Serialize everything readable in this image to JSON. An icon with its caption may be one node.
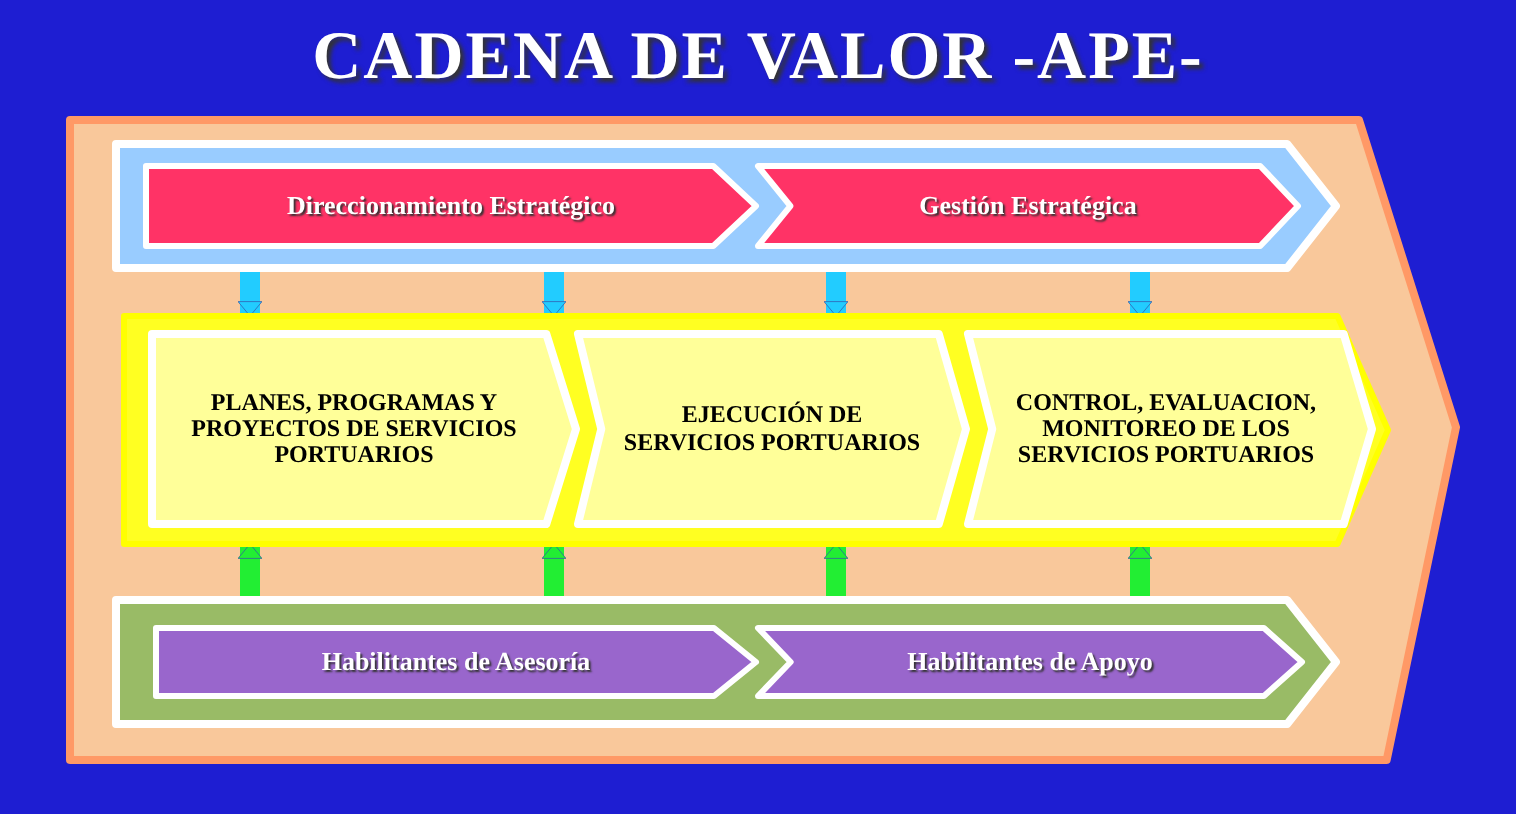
{
  "diagram": {
    "title": "CADENA DE VALOR -APE-",
    "nodes": [
      {
        "text": [],
        "shape": "pentagon"
      },
      {
        "text": [],
        "shape": "chevron",
        "in": 0
      },
      {
        "text": [
          "Direccionamiento Estratégico"
        ],
        "in": 1
      },
      {
        "text": [
          "Gestión Estratégica"
        ],
        "in": 1
      },
      {
        "text": [],
        "shape": "chevron",
        "in": 0
      },
      {
        "text": [
          "PLANES, PROGRAMAS Y PROYECTOS DE SERVICIOS PORTUARIOS"
        ],
        "in": 4
      },
      {
        "text": [
          "EJECUCIÓN DE SERVICIOS PORTUARIOS"
        ],
        "in": 4
      },
      {
        "text": [
          "CONTROL, EVALUACION, MONITOREO DE LOS SERVICIOS PORTUARIOS"
        ],
        "in": 4
      },
      {
        "text": [],
        "shape": "chevron",
        "in": 0
      },
      {
        "text": [
          "Habilitantes de Asesoría"
        ],
        "in": 8
      },
      {
        "text": [
          "Habilitantes de Apoyo"
        ],
        "in": 8
      }
    ],
    "edges": [
      {
        "from": 1,
        "to": 4,
        "arrow": "to",
        "color": "#22ccff"
      },
      {
        "from": 1,
        "to": 4,
        "arrow": "to",
        "color": "#22ccff"
      },
      {
        "from": 1,
        "to": 4,
        "arrow": "to",
        "color": "#22ccff"
      },
      {
        "from": 1,
        "to": 4,
        "arrow": "to",
        "color": "#22ccff"
      },
      {
        "from": 8,
        "to": 4,
        "arrow": "to",
        "color": "#22ee33"
      },
      {
        "from": 8,
        "to": 4,
        "arrow": "to",
        "color": "#22ee33"
      },
      {
        "from": 8,
        "to": 4,
        "arrow": "to",
        "color": "#22ee33"
      },
      {
        "from": 8,
        "to": 4,
        "arrow": "to",
        "color": "#22ee33"
      }
    ]
  }
}
